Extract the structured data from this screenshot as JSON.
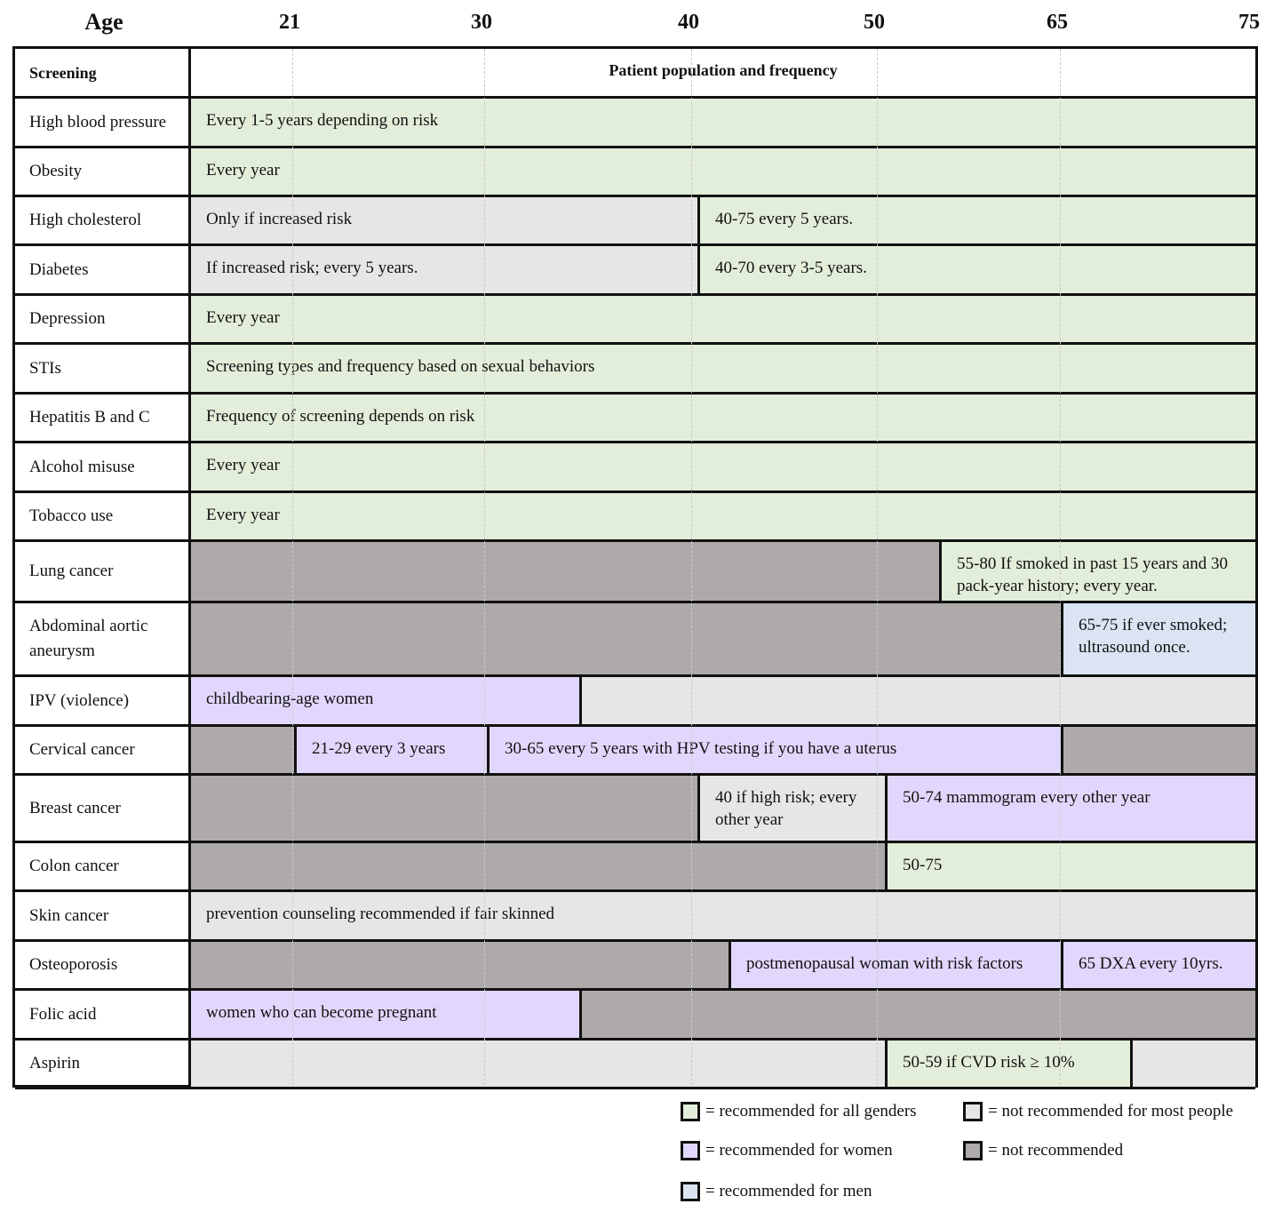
{
  "axis": {
    "title": "Age",
    "ticks": [
      "21",
      "30",
      "40",
      "50",
      "65",
      "75"
    ]
  },
  "header": {
    "col1": "Screening",
    "col2": "Patient population and frequency"
  },
  "colors": {
    "all": "#e2eed9",
    "women": "#e1d7fc",
    "men": "#dae4f2",
    "notmost": "#e6e6e6",
    "not": "#aeaaaa"
  },
  "rows": [
    {
      "name": "High blood pressure",
      "segments": [
        {
          "text": "Every 1-5 years depending on risk",
          "cat": "all"
        }
      ]
    },
    {
      "name": "Obesity",
      "segments": [
        {
          "text": "Every year",
          "cat": "all"
        }
      ]
    },
    {
      "name": "High cholesterol",
      "segments": [
        {
          "text": "Only if increased risk",
          "cat": "notmost"
        },
        {
          "text": "40-75 every 5 years.",
          "cat": "all"
        }
      ]
    },
    {
      "name": "Diabetes",
      "segments": [
        {
          "text": "If increased risk; every 5 years.",
          "cat": "notmost"
        },
        {
          "text": "40-70 every 3-5 years.",
          "cat": "all"
        }
      ]
    },
    {
      "name": "Depression",
      "segments": [
        {
          "text": "Every year",
          "cat": "all"
        }
      ]
    },
    {
      "name": "STIs",
      "segments": [
        {
          "text": "Screening types and frequency based on sexual behaviors",
          "cat": "all"
        }
      ]
    },
    {
      "name": "Hepatitis B and C",
      "segments": [
        {
          "text": "Frequency of screening depends on risk",
          "cat": "all"
        }
      ]
    },
    {
      "name": "Alcohol misuse",
      "segments": [
        {
          "text": "Every year",
          "cat": "all"
        }
      ]
    },
    {
      "name": "Tobacco use",
      "segments": [
        {
          "text": "Every year",
          "cat": "all"
        }
      ]
    },
    {
      "name": "Lung cancer",
      "segments": [
        {
          "text": "",
          "cat": "not"
        },
        {
          "text": "55-80 If smoked in past 15 years and 30 pack-year history; every year.",
          "cat": "all"
        }
      ]
    },
    {
      "name": "Abdominal aortic aneurysm",
      "segments": [
        {
          "text": "",
          "cat": "not"
        },
        {
          "text": "65-75 if ever smoked; ultrasound once.",
          "cat": "men"
        }
      ]
    },
    {
      "name": "IPV (violence)",
      "segments": [
        {
          "text": "childbearing-age women",
          "cat": "women"
        },
        {
          "text": "",
          "cat": "notmost"
        }
      ]
    },
    {
      "name": "Cervical cancer",
      "segments": [
        {
          "text": "",
          "cat": "not"
        },
        {
          "text": "21-29 every 3 years",
          "cat": "women"
        },
        {
          "text": "30-65 every 5 years with HPV testing if you have a uterus",
          "cat": "women"
        },
        {
          "text": "",
          "cat": "not"
        }
      ]
    },
    {
      "name": "Breast cancer",
      "segments": [
        {
          "text": "",
          "cat": "not"
        },
        {
          "text": "40 if high risk; every other year",
          "cat": "notmost"
        },
        {
          "text": "50-74 mammogram every other year",
          "cat": "women"
        }
      ]
    },
    {
      "name": "Colon cancer",
      "segments": [
        {
          "text": "",
          "cat": "not"
        },
        {
          "text": "50-75",
          "cat": "all"
        }
      ]
    },
    {
      "name": "Skin cancer",
      "segments": [
        {
          "text": "prevention counseling recommended if fair skinned",
          "cat": "notmost"
        }
      ]
    },
    {
      "name": "Osteoporosis",
      "segments": [
        {
          "text": "",
          "cat": "not"
        },
        {
          "text": "postmenopausal woman with risk factors",
          "cat": "women"
        },
        {
          "text": "65 DXA every 10yrs.",
          "cat": "women"
        }
      ]
    },
    {
      "name": "Folic acid",
      "segments": [
        {
          "text": "women who can become pregnant",
          "cat": "women"
        },
        {
          "text": "",
          "cat": "not"
        }
      ]
    },
    {
      "name": "Aspirin",
      "segments": [
        {
          "text": "",
          "cat": "notmost"
        },
        {
          "text": "50-59 if CVD risk ≥ 10%",
          "cat": "all"
        },
        {
          "text": "",
          "cat": "notmost"
        }
      ]
    }
  ],
  "legend": [
    {
      "cat": "all",
      "label": "= recommended for all genders"
    },
    {
      "cat": "notmost",
      "label": "= not recommended for most people"
    },
    {
      "cat": "women",
      "label": "= recommended for women"
    },
    {
      "cat": "not",
      "label": "= not recommended"
    },
    {
      "cat": "men",
      "label": "= recommended for men"
    }
  ]
}
